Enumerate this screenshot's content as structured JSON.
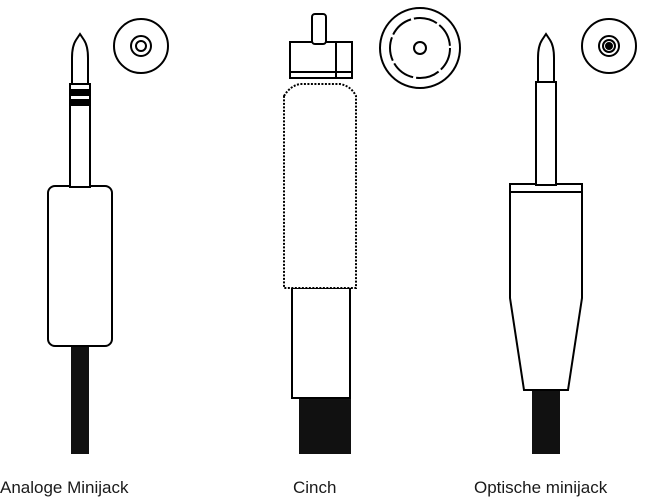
{
  "connectors": [
    {
      "id": "analog-minijack",
      "label": "Analoge Minijack"
    },
    {
      "id": "cinch",
      "label": "Cinch"
    },
    {
      "id": "optical-minijack",
      "label": "Optische minijack"
    }
  ],
  "colors": {
    "stroke": "#000000",
    "fill": "#ffffff",
    "cable": "#111111"
  }
}
